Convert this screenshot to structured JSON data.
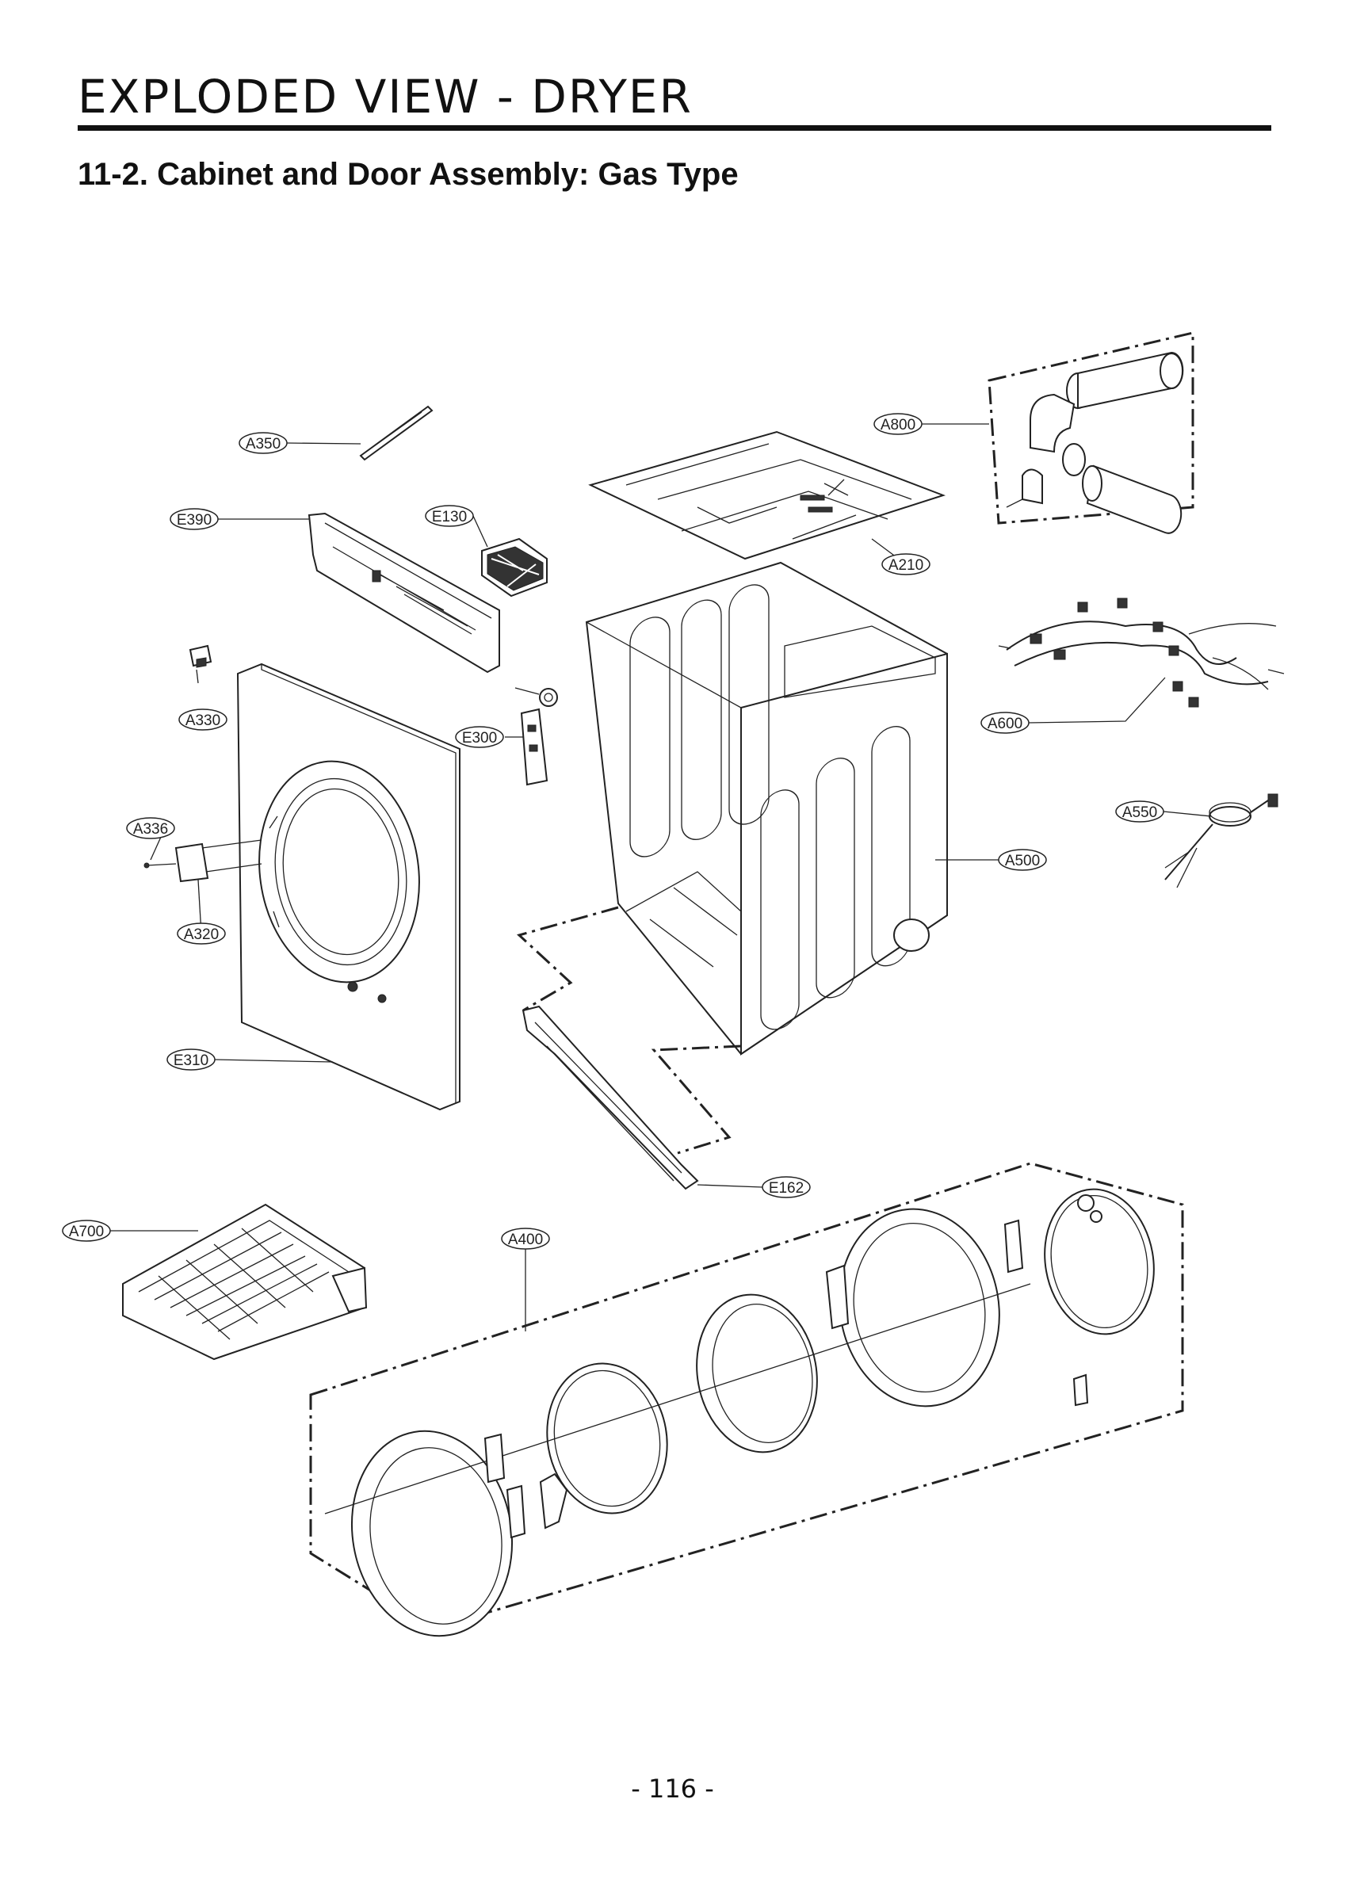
{
  "header": {
    "title": "EXPLODED VIEW - DRYER"
  },
  "section": {
    "title": "11-2. Cabinet and Door Assembly: Gas Type"
  },
  "callouts": {
    "A350": "A350",
    "E390": "E390",
    "E130": "E130",
    "A800": "A800",
    "A210": "A210",
    "A330": "A330",
    "E300": "E300",
    "A600": "A600",
    "A336": "A336",
    "A550": "A550",
    "A500": "A500",
    "A320": "A320",
    "E310": "E310",
    "E162": "E162",
    "A700": "A700",
    "A400": "A400"
  },
  "footer": {
    "page_number": "- 116 -"
  }
}
